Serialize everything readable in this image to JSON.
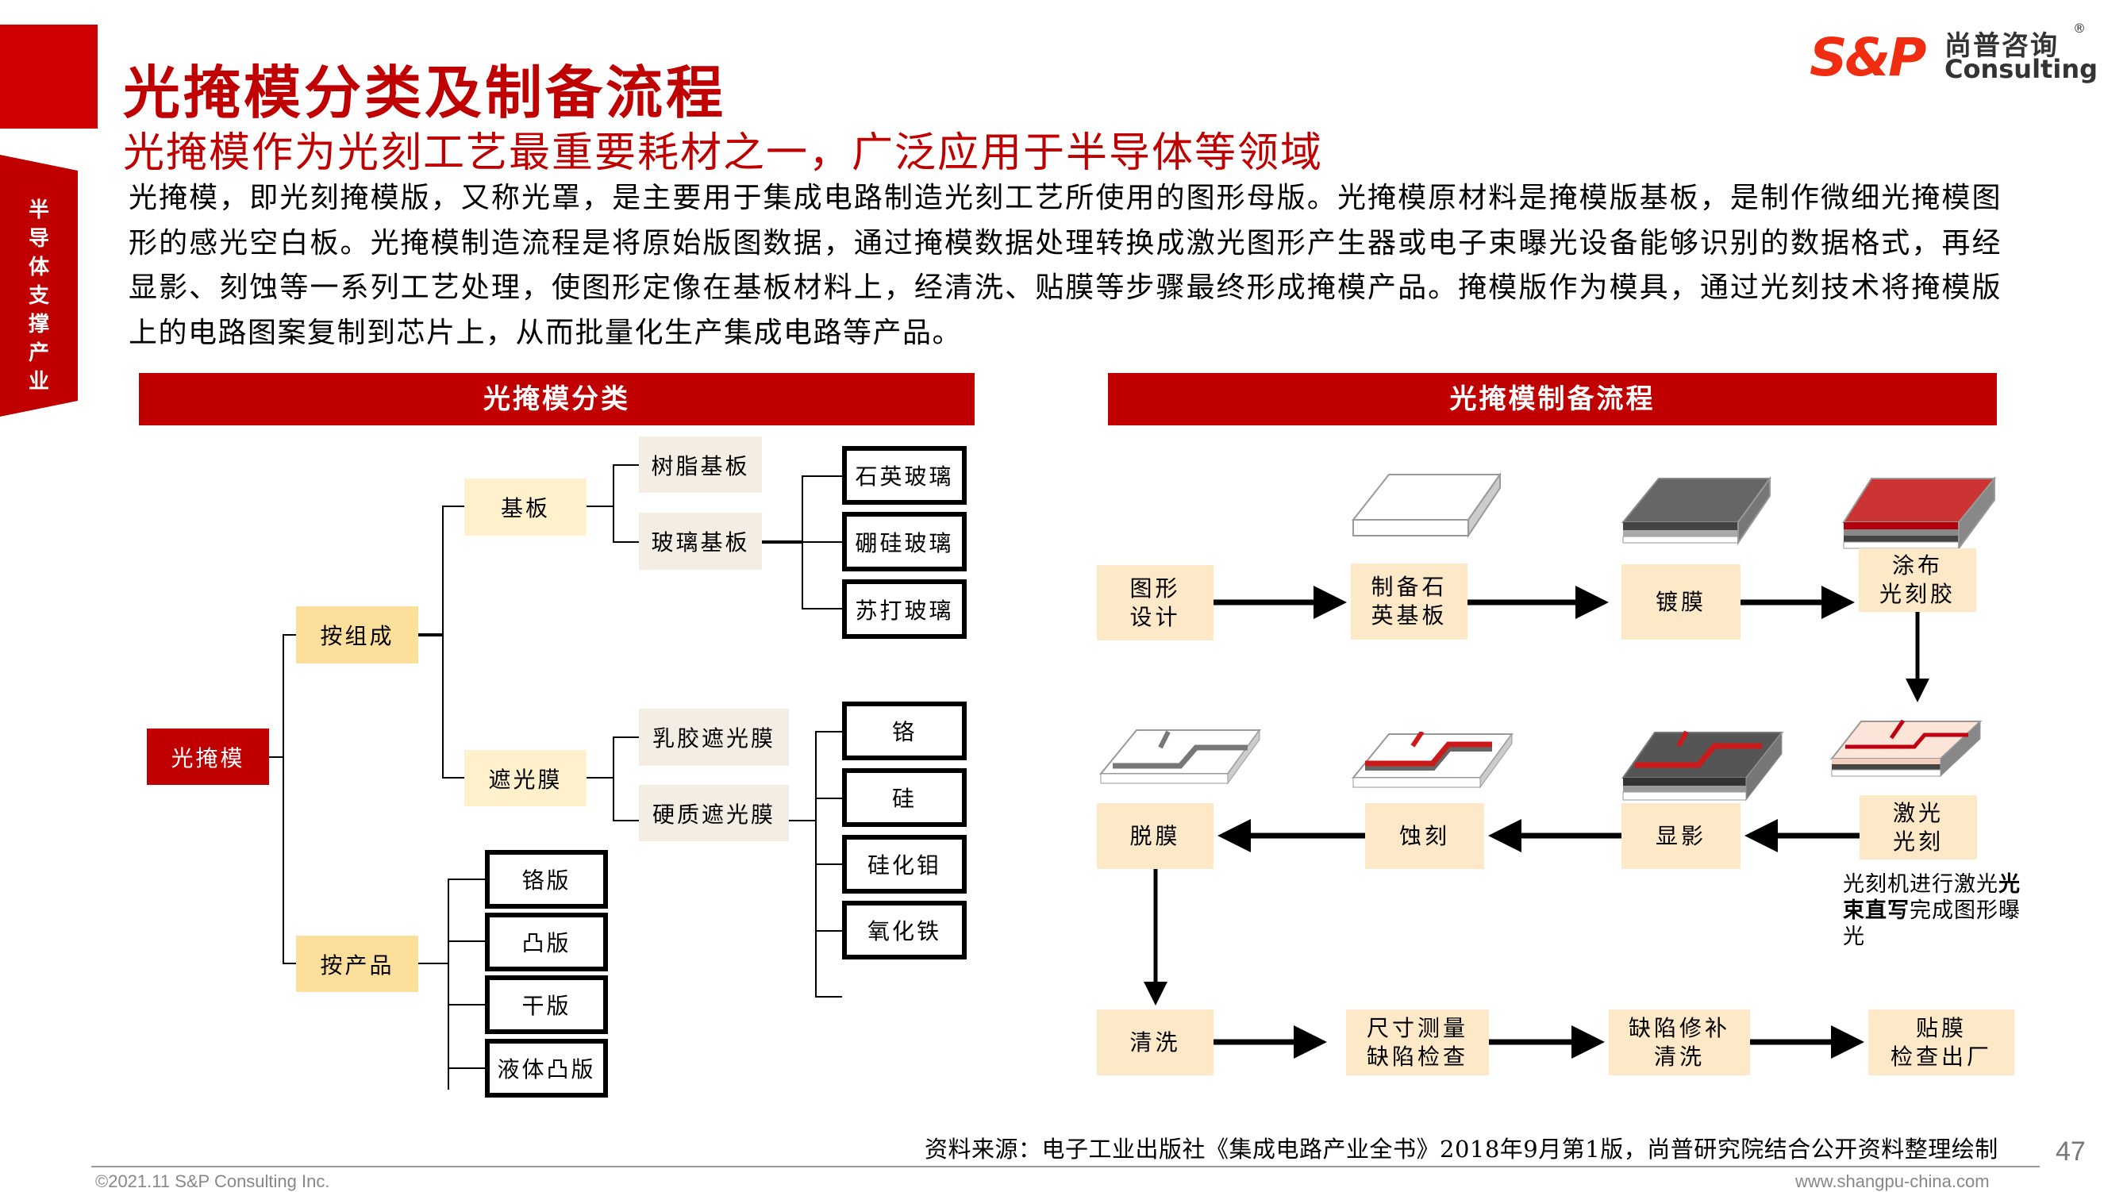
{
  "sidebar": {
    "label": "半导体支撑产业"
  },
  "header": {
    "title": "光掩模分类及制备流程",
    "subtitle": "光掩模作为光刻工艺最重要耗材之一，广泛应用于半导体等领域"
  },
  "logo": {
    "brand": "S&P",
    "cn": "尚普咨询",
    "en": "Consulting",
    "reg": "®"
  },
  "intro": "光掩模，即光刻掩模版，又称光罩，是主要用于集成电路制造光刻工艺所使用的图形母版。光掩模原材料是掩模版基板，是制作微细光掩模图形的感光空白板。光掩模制造流程是将原始版图数据，通过掩模数据处理转换成激光图形产生器或电子束曝光设备能够识别的数据格式，再经显影、刻蚀等一系列工艺处理，使图形定像在基板材料上，经清洗、贴膜等步骤最终形成掩模产品。掩模版作为模具，通过光刻技术将掩模版上的电路图案复制到芯片上，从而批量化生产集成电路等产品。",
  "classification": {
    "header": "光掩模分类",
    "root": "光掩模",
    "by_composition": {
      "label": "按组成",
      "substrate": {
        "label": "基板",
        "children": [
          {
            "label": "树脂基板"
          },
          {
            "label": "玻璃基板",
            "children": [
              "石英玻璃",
              "硼硅玻璃",
              "苏打玻璃"
            ]
          }
        ]
      },
      "light_shield": {
        "label": "遮光膜",
        "children": [
          {
            "label": "乳胶遮光膜"
          },
          {
            "label": "硬质遮光膜",
            "children": [
              "铬",
              "硅",
              "硅化钼",
              "氧化铁"
            ]
          }
        ]
      }
    },
    "by_product": {
      "label": "按产品",
      "children": [
        "铬版",
        "凸版",
        "干版",
        "液体凸版"
      ]
    }
  },
  "process": {
    "header": "光掩模制备流程",
    "steps": {
      "design": "图形\n设计",
      "quartz": "制备石\n英基板",
      "coating": "镀膜",
      "resist": "涂布\n光刻胶",
      "laser": "激光\n光刻",
      "develop": "显影",
      "etch": "蚀刻",
      "strip": "脱膜",
      "clean": "清洗",
      "measure": "尺寸测量\n缺陷检查",
      "repair": "缺陷修补\n清洗",
      "pellicle": "贴膜\n检查出厂"
    },
    "note": {
      "pre": "光刻机进行激光",
      "bold": "光束直写",
      "post": "完成图形曝光"
    }
  },
  "footer": {
    "source": "资料来源：电子工业出版社《集成电路产业全书》2018年9月第1版，尚普研究院结合公开资料整理绘制",
    "page": "47",
    "copyright": "©2021.11  S&P Consulting Inc.",
    "website": "www.shangpu-china.com"
  },
  "colors": {
    "brand_red": "#c00000",
    "logo_red": "#f02d10",
    "step_fill": "#fde8c7"
  }
}
